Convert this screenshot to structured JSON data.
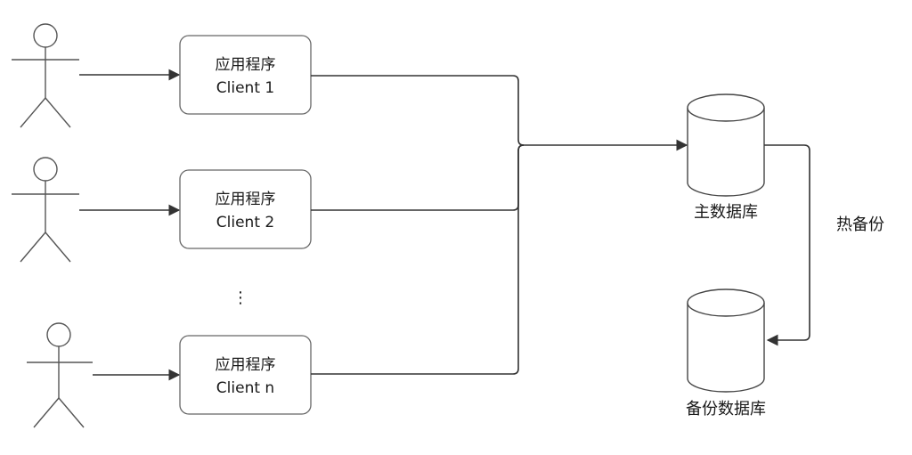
{
  "apps": [
    {
      "line1": "应用程序",
      "line2": "Client 1"
    },
    {
      "line1": "应用程序",
      "line2": "Client 2"
    },
    {
      "line1": "应用程序",
      "line2": "Client n"
    }
  ],
  "ellipsis": "⋮",
  "databases": {
    "primary_label": "主数据库",
    "backup_label": "备份数据库"
  },
  "replication_label": "热备份",
  "colors": {
    "line": "#333333",
    "box_border": "#666666",
    "actor": "#555555",
    "text": "#1a1a1a"
  }
}
